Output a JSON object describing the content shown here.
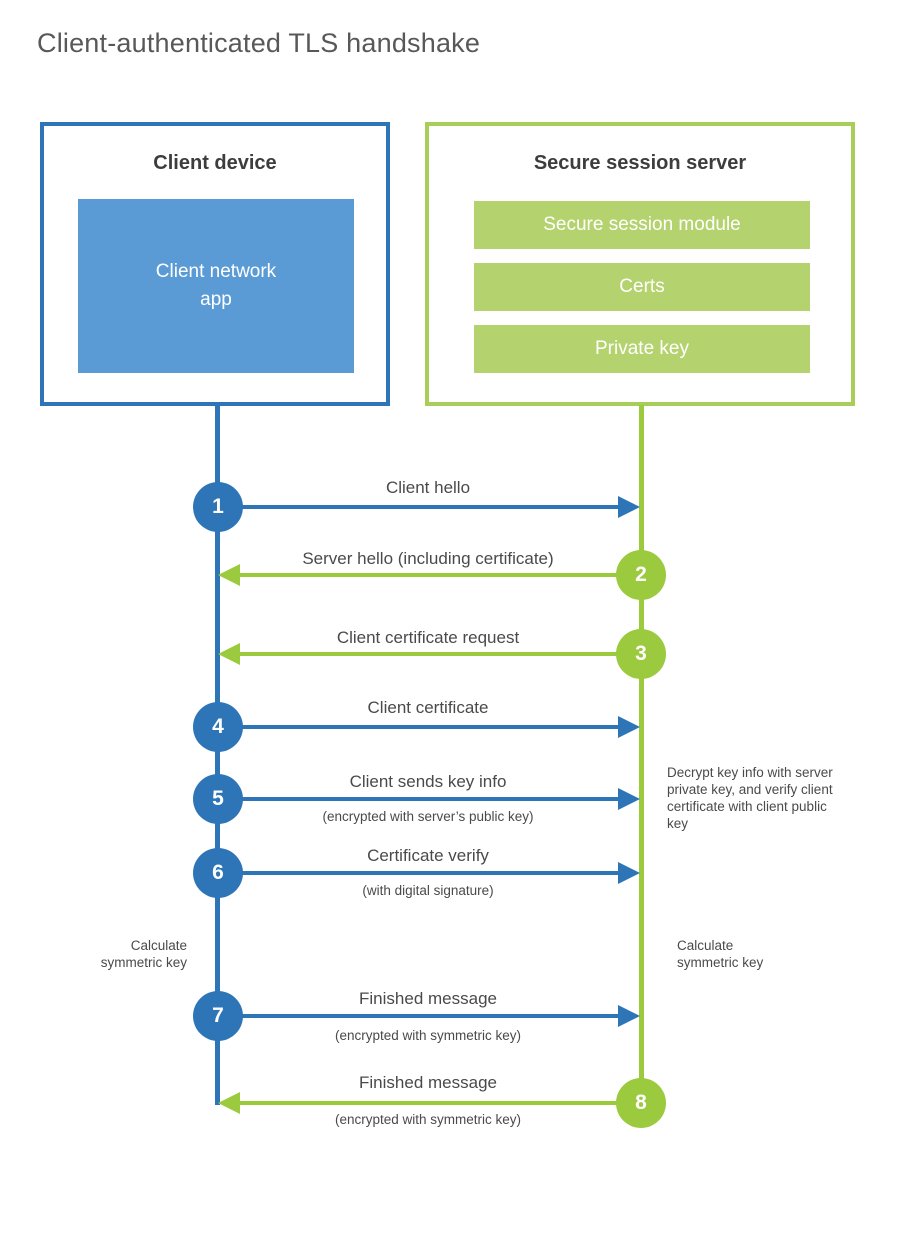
{
  "title": "Client-authenticated TLS handshake",
  "colors": {
    "blue_accent": "#2e75b7",
    "blue_fill": "#5b9bd5",
    "green_accent": "#9bca3e",
    "green_border": "#a6ce58",
    "green_fill": "#b4d36e",
    "label_text": "#4a4a4a",
    "heading_text": "#3d3d3d"
  },
  "client": {
    "title": "Client device",
    "app_label": "Client network\napp"
  },
  "server": {
    "title": "Secure session server",
    "modules": [
      "Secure session module",
      "Certs",
      "Private key"
    ]
  },
  "messages": [
    {
      "num": "1",
      "label": "Client hello",
      "sub": "",
      "direction": "right",
      "color": "blue"
    },
    {
      "num": "2",
      "label": "Server hello (including certificate)",
      "sub": "",
      "direction": "left",
      "color": "green"
    },
    {
      "num": "3",
      "label": "Client certificate request",
      "sub": "",
      "direction": "left",
      "color": "green"
    },
    {
      "num": "4",
      "label": "Client certificate",
      "sub": "",
      "direction": "right",
      "color": "blue"
    },
    {
      "num": "5",
      "label": "Client sends key info",
      "sub": "(encrypted with server’s public key)",
      "direction": "right",
      "color": "blue"
    },
    {
      "num": "6",
      "label": "Certificate verify",
      "sub": "(with digital signature)",
      "direction": "right",
      "color": "blue"
    },
    {
      "num": "7",
      "label": "Finished message",
      "sub": "(encrypted with symmetric key)",
      "direction": "right",
      "color": "blue"
    },
    {
      "num": "8",
      "label": "Finished message",
      "sub": "(encrypted with symmetric key)",
      "direction": "left",
      "color": "green"
    }
  ],
  "annotations": {
    "decrypt_note": "Decrypt key info with server private key, and verify client certificate with client public key",
    "calc_left": "Calculate symmetric key",
    "calc_right": "Calculate symmetric key"
  }
}
